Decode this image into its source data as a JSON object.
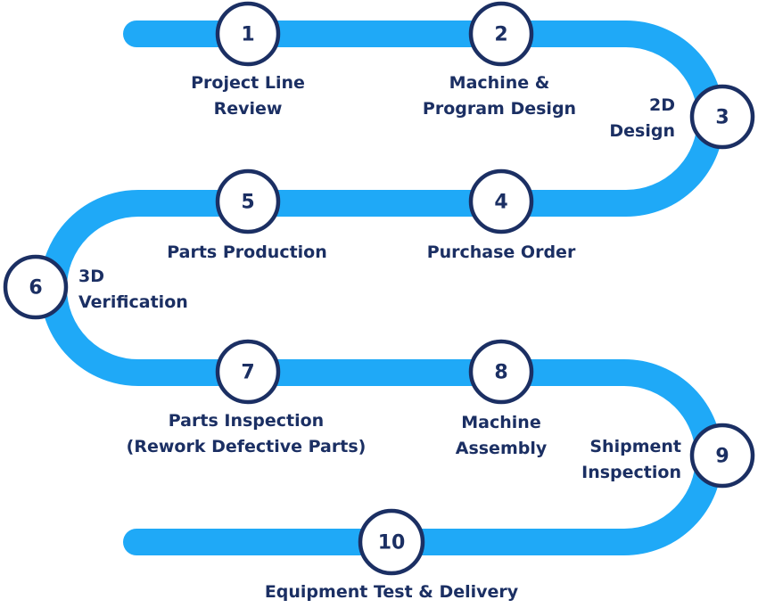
{
  "colors": {
    "track": "#1fa9f7",
    "node_stroke": "#1b2f63",
    "text": "#1b2f63"
  },
  "steps": [
    {
      "number": "1",
      "label": [
        "Project Line",
        "Review"
      ]
    },
    {
      "number": "2",
      "label": [
        "Machine &",
        "Program Design"
      ]
    },
    {
      "number": "3",
      "label": [
        "2D",
        "Design"
      ]
    },
    {
      "number": "4",
      "label": [
        "Purchase Order"
      ]
    },
    {
      "number": "5",
      "label": [
        "Parts Production"
      ]
    },
    {
      "number": "6",
      "label": [
        "3D",
        "Verification"
      ]
    },
    {
      "number": "7",
      "label": [
        "Parts Inspection",
        "(Rework Defective Parts)"
      ]
    },
    {
      "number": "8",
      "label": [
        "Machine",
        "Assembly"
      ]
    },
    {
      "number": "9",
      "label": [
        "Shipment",
        "Inspection"
      ]
    },
    {
      "number": "10",
      "label": [
        "Equipment Test & Delivery"
      ]
    }
  ]
}
